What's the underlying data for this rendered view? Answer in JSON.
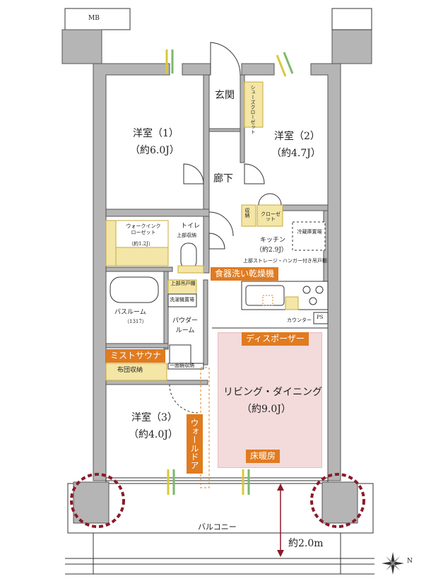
{
  "labels": {
    "mb": "MB",
    "entrance": "玄関",
    "shoes_closet": "シューズクローゼット",
    "room1_name": "洋室（1）",
    "room1_size": "（約6.0J）",
    "room2_name": "洋室（2）",
    "room2_size": "（約4.7J）",
    "corridor": "廊下",
    "storage": "収納",
    "closet": "クローゼット",
    "walkin_closet": "ウォークインクローゼット",
    "walkin_size": "（約1.2J）",
    "toilet": "トイレ",
    "toilet_upper": "上部収納",
    "kitchen": "キッチン",
    "kitchen_size": "（約2.9J）",
    "fridge": "冷蔵庫置場",
    "kitchen_storage": "上部ストレージ・ハンガー付き吊戸棚",
    "upper_cabinet": "上部吊戸棚",
    "laundry": "洗濯機置場",
    "bathroom": "バスルーム",
    "bath_size": "（1317）",
    "powder_room": "パウダールーム",
    "counter": "カウンター",
    "ps": "PS",
    "futon": "布団収納",
    "one_side_storage": "一面鏡収納",
    "room3_name": "洋室（3）",
    "room3_size": "（約4.0J）",
    "living_name": "リビング・ダイニング",
    "living_size": "（約9.0J）",
    "balcony": "バルコニー",
    "balcony_depth": "約2.0m",
    "compass": "N"
  },
  "tags": {
    "dishwasher": "食器洗い乾燥機",
    "disposer": "ディスポーザー",
    "mist_sauna": "ミストサウナ",
    "wall_door": "ウォールドア",
    "floor_heating": "床暖房"
  },
  "colors": {
    "wall": "#b5b5b5",
    "wall_edge": "#555555",
    "accent_orange": "#e07b20",
    "storage_yellow": "#f3e6a6",
    "storage_edge": "#c9a93a",
    "floor_heating": "#f3dadb",
    "column_ring": "#8b1a2a",
    "line": "#333333"
  }
}
